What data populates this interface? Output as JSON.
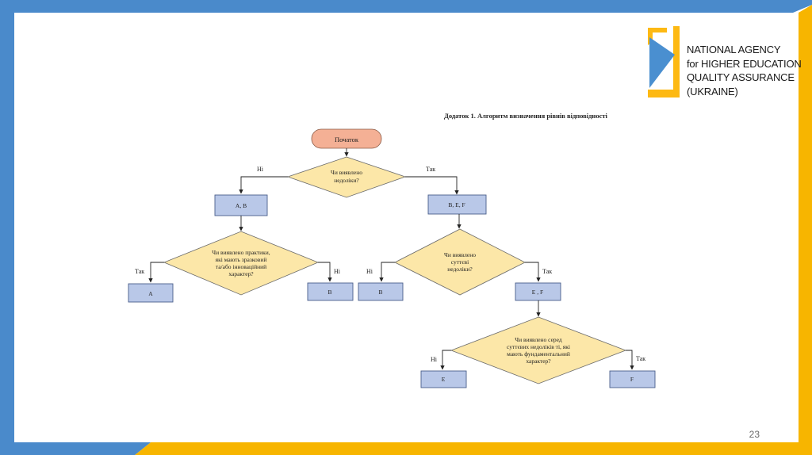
{
  "logo": {
    "lines": [
      "NATIONAL AGENCY",
      "for HIGHER EDUCATION",
      "QUALITY ASSURANCE",
      "(UKRAINE)"
    ],
    "colors": {
      "yellow": "#FDB913",
      "blue": "#4A8FD0"
    }
  },
  "frame_colors": {
    "blue": "#4A8ACB",
    "yellow": "#F7B500"
  },
  "slide_number": "23",
  "diagram": {
    "title": "Додаток 1. Алгоритм визначення рівнів відповідності",
    "start": "Початок",
    "decisions": {
      "d1": [
        "Чи виявлено",
        "недоліки?"
      ],
      "d2": [
        "Чи виявлено практики,",
        "які мають зразковий",
        "та/або інноваційний",
        "характер?"
      ],
      "d3": [
        "Чи виявлено",
        "суттєві",
        "недоліки?"
      ],
      "d4": [
        "Чи виявлено серед",
        "суттєвих недоліків ті, які",
        "мають фундаментальний",
        "характер?"
      ]
    },
    "boxes": {
      "ab": "А, В",
      "bef": "В, Е, F",
      "a": "А",
      "b1": "В",
      "b2": "В",
      "ef": "Е , F",
      "e": "Е",
      "f": "F"
    },
    "edge_labels": {
      "d1_no": "Ні",
      "d1_yes": "Так",
      "d2_yes": "Так",
      "d2_no": "Ні",
      "d3_no": "Ні",
      "d3_yes": "Так",
      "d4_no": "Ні",
      "d4_yes": "Так"
    },
    "colors": {
      "start_fill": "#F4B095",
      "diamond_fill": "#FCE7A8",
      "box_fill": "#B9C8E8",
      "box_stroke": "#4A5F8A"
    }
  }
}
